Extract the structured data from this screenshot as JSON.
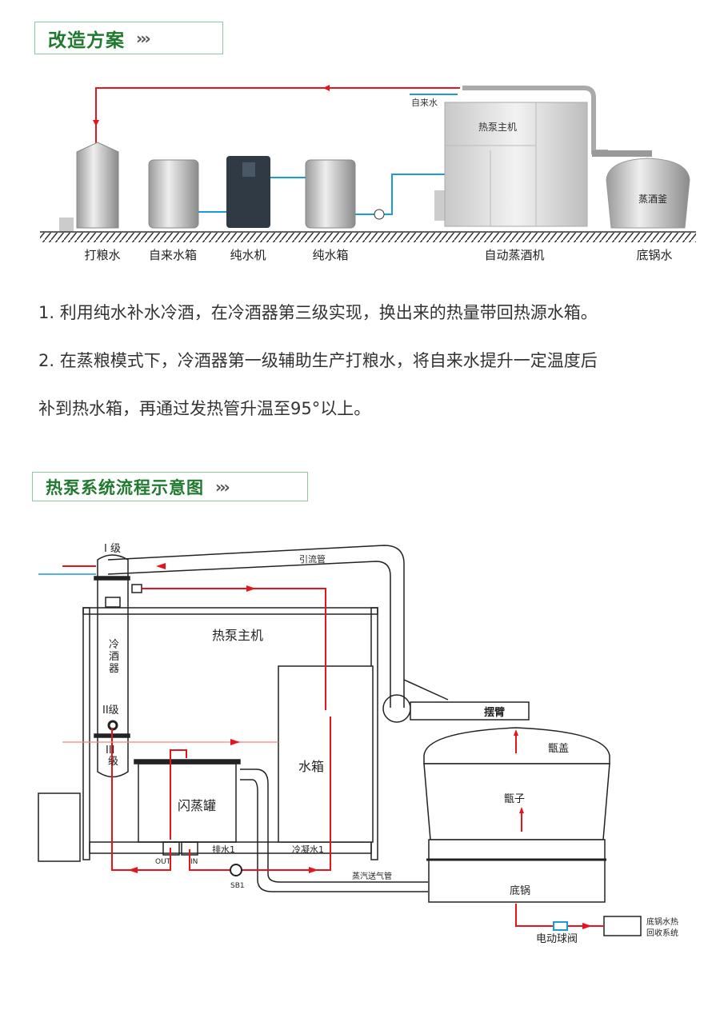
{
  "section1": {
    "title": "改造方案",
    "chevrons": "›››",
    "labels": [
      "打粮水",
      "自来水箱",
      "纯水机",
      "纯水箱",
      "自动蒸酒机",
      "底锅水"
    ],
    "machine_label": "热泵主机",
    "pot_label": "蒸酒釜",
    "tap_water": "自来水"
  },
  "notes": [
    "1. 利用纯水补水冷酒，在冷酒器第三级实现，换出来的热量带回热源水箱。",
    "2.  在蒸粮模式下，冷酒器第一级辅助生产打粮水，将自来水提升一定温度后",
    "补到热水箱，再通过发热管升温至95°以上。"
  ],
  "section2": {
    "title": "热泵系统流程示意图",
    "chevrons": "›››",
    "diagram": {
      "stage1": "I 级",
      "stage2": "II级",
      "stage3a": "III",
      "stage3b": "级",
      "cooler": [
        "冷",
        "酒",
        "器"
      ],
      "host": "热泵主机",
      "drain_pipe": "引流管",
      "water_tank": "水箱",
      "flash_tank": "闪蒸罐",
      "out": "OUT",
      "in": "IN",
      "drain1": "排水1",
      "condensate1": "冷凝水1",
      "pump": "SB1",
      "steam_pipe": "蒸汽送气管",
      "swing_arm": "摆臂",
      "lid": "甑盖",
      "zengzi": "甑子",
      "bottom_pot": "底锅",
      "ball_valve": "电动球阀",
      "recovery": [
        "底锅水热",
        "回收系统"
      ]
    }
  },
  "colors": {
    "green": "#1f7a2e",
    "red": "#e8141c",
    "blue": "#1a9ad6",
    "border": "#8cc9a0"
  }
}
